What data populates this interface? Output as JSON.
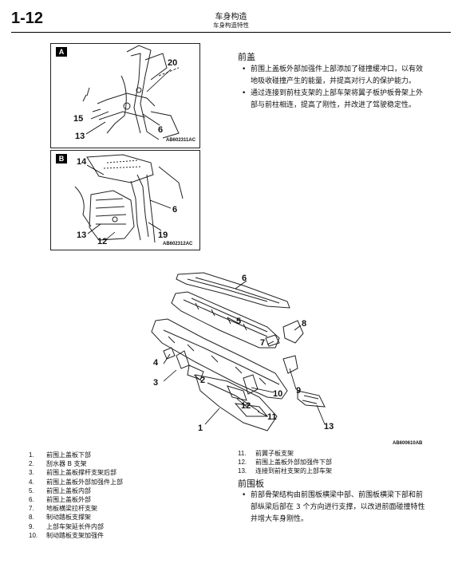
{
  "header": {
    "page_number": "1-12",
    "title": "车身构造",
    "subtitle": "车身构造特性"
  },
  "figure_a": {
    "tag": "A",
    "code": "AB602311AC",
    "callouts": [
      "20",
      "15",
      "13",
      "6"
    ]
  },
  "figure_b": {
    "tag": "B",
    "code": "AB602312AC",
    "callouts": [
      "14",
      "6",
      "13",
      "12",
      "19"
    ]
  },
  "main_figure": {
    "code": "AB600610AB",
    "callouts": [
      "6",
      "5",
      "8",
      "7",
      "4",
      "3",
      "2",
      "10",
      "9",
      "12",
      "11",
      "1",
      "13"
    ]
  },
  "section_cowl": {
    "title": "前盖",
    "bullets": [
      "前围上盖板外部加强件上部添加了碰撞缓冲口，以有效地吸收碰撞产生的能量，并提高对行人的保护能力。",
      "通过连接到前柱支架的上部车架将翼子板护板骨架上外部与前柱相连，提高了刚性，并改进了驾驶稳定性。"
    ]
  },
  "legend_left": [
    {
      "num": "1.",
      "text": "前围上盖板下部"
    },
    {
      "num": "2.",
      "text": "刮水器 B 支架"
    },
    {
      "num": "3.",
      "text": "前围上盖板撑杆支架后部"
    },
    {
      "num": "4.",
      "text": "前围上盖板外部加强件上部"
    },
    {
      "num": "5.",
      "text": "前围上盖板内部"
    },
    {
      "num": "6.",
      "text": "前围上盖板外部"
    },
    {
      "num": "7.",
      "text": "地板横梁拉杆支架"
    },
    {
      "num": "8.",
      "text": "制动踏板支撑架"
    },
    {
      "num": "9.",
      "text": "上部车架延长件内部"
    },
    {
      "num": "10.",
      "text": "制动踏板支架加强件"
    }
  ],
  "legend_right": [
    {
      "num": "11.",
      "text": "前翼子板支架"
    },
    {
      "num": "12.",
      "text": "前围上盖板外部加强件下部"
    },
    {
      "num": "13.",
      "text": "连接到前柱支架的上部车架"
    }
  ],
  "section_dash": {
    "title": "前围板",
    "bullets": [
      "前部骨架结构由前围板横梁中部、前围板横梁下部和前部纵梁后部在 3 个方向进行支撑，以改进前面碰撞特性并增大车身刚性。"
    ]
  }
}
